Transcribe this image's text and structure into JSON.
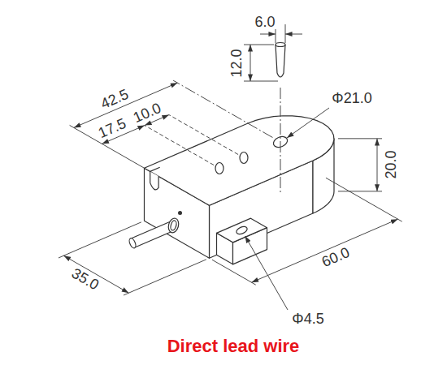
{
  "diagram": {
    "caption": "Direct lead wire",
    "labels": [
      "6.0",
      "12.0",
      "Φ21.0",
      "42.5",
      "17.5",
      "10.0",
      "20.0",
      "35.0",
      "60.0",
      "Φ4.5"
    ]
  }
}
